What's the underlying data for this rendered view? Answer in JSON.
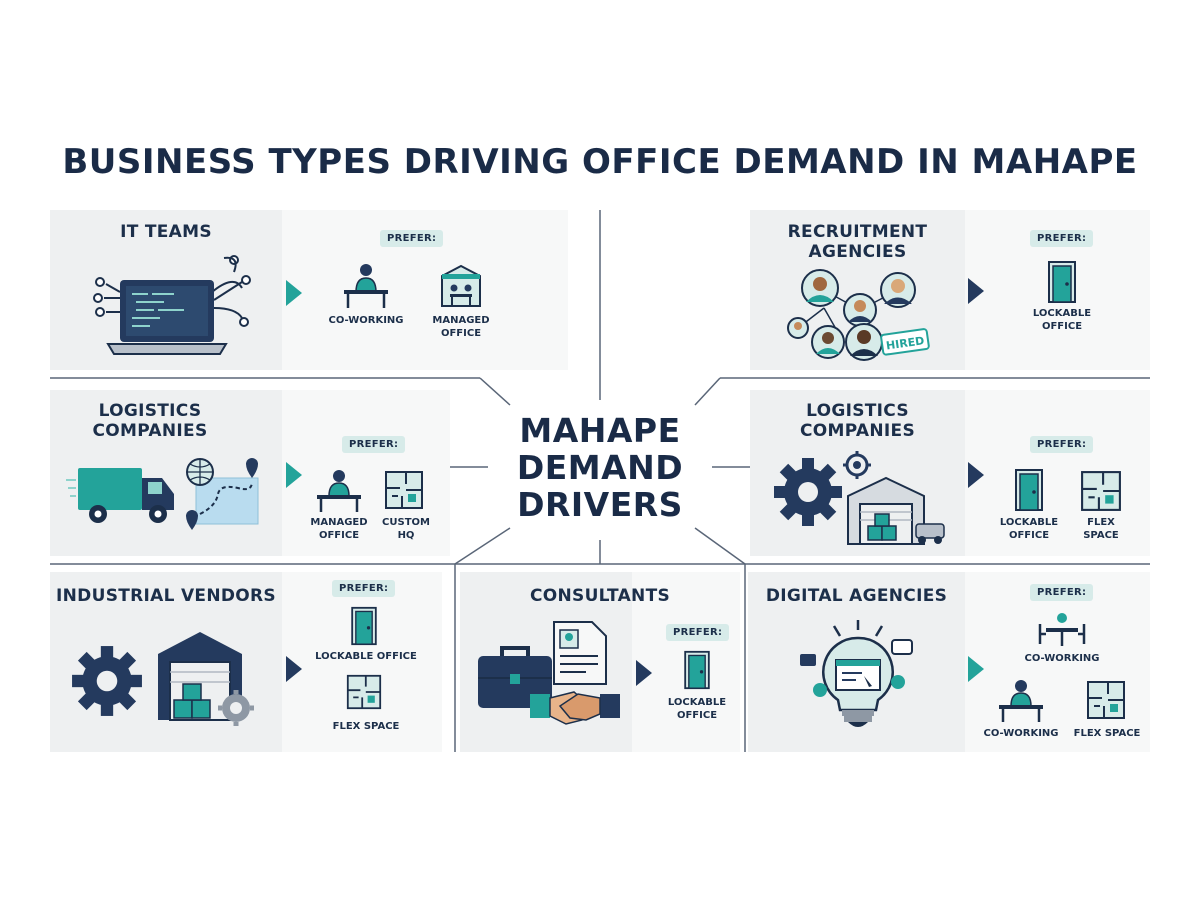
{
  "title": "BUSINESS TYPES DRIVING OFFICE DEMAND IN MAHAPE",
  "center": {
    "line1": "MAHAPE",
    "line2": "DEMAND",
    "line3": "DRIVERS"
  },
  "colors": {
    "navy": "#1c2f4a",
    "teal": "#23a39a",
    "panel_left": "#eef0f1",
    "panel_right": "#f7f8f8",
    "prefer_badge": "#d7ebe9"
  },
  "cards": {
    "it_teams": {
      "title": "IT TEAMS",
      "prefer": "PREFER:",
      "options": [
        "CO-WORKING",
        "MANAGED OFFICE"
      ]
    },
    "recruitment": {
      "title_line1": "RECRUITMENT",
      "title_line2": "AGENCIES",
      "badge": "HIRED",
      "prefer": "PREFER:",
      "options": [
        "LOCKABLE OFFICE"
      ]
    },
    "logistics_left": {
      "title_line1": "LOGISTICS",
      "title_line2": "COMPANIES",
      "prefer": "PREFER:",
      "options": [
        "MANAGED OFFICE",
        "CUSTOM HQ"
      ]
    },
    "logistics_right": {
      "title_line1": "LOGISTICS",
      "title_line2": "COMPANIES",
      "prefer": "PREFER:",
      "options": [
        "LOCKABLE OFFICE",
        "FLEX SPACE"
      ]
    },
    "industrial": {
      "title": "INDUSTRIAL VENDORS",
      "prefer": "PREFER:",
      "options": [
        "LOCKABLE OFFICE",
        "FLEX SPACE"
      ]
    },
    "consultants": {
      "title": "CONSULTANTS",
      "prefer": "PREFER:",
      "options": [
        "LOCKABLE OFFICE"
      ]
    },
    "digital": {
      "title": "DIGITAL AGENCIES",
      "prefer": "PREFER:",
      "options": [
        "CO-WORKING",
        "CO-WORKING",
        "FLEX SPACE"
      ]
    }
  },
  "icons": {
    "laptop": "laptop-circuit-icon",
    "desk": "desk-worker-icon",
    "managed": "managed-office-icon",
    "people": "people-network-icon",
    "door": "door-icon",
    "truck": "truck-icon",
    "globe_map": "globe-map-icon",
    "floorplan": "floor-plan-icon",
    "gear": "gear-icon",
    "warehouse": "warehouse-icon",
    "briefcase": "briefcase-icon",
    "document": "document-icon",
    "handshake": "handshake-icon",
    "bulb": "lightbulb-icon",
    "meeting": "meeting-table-icon"
  }
}
